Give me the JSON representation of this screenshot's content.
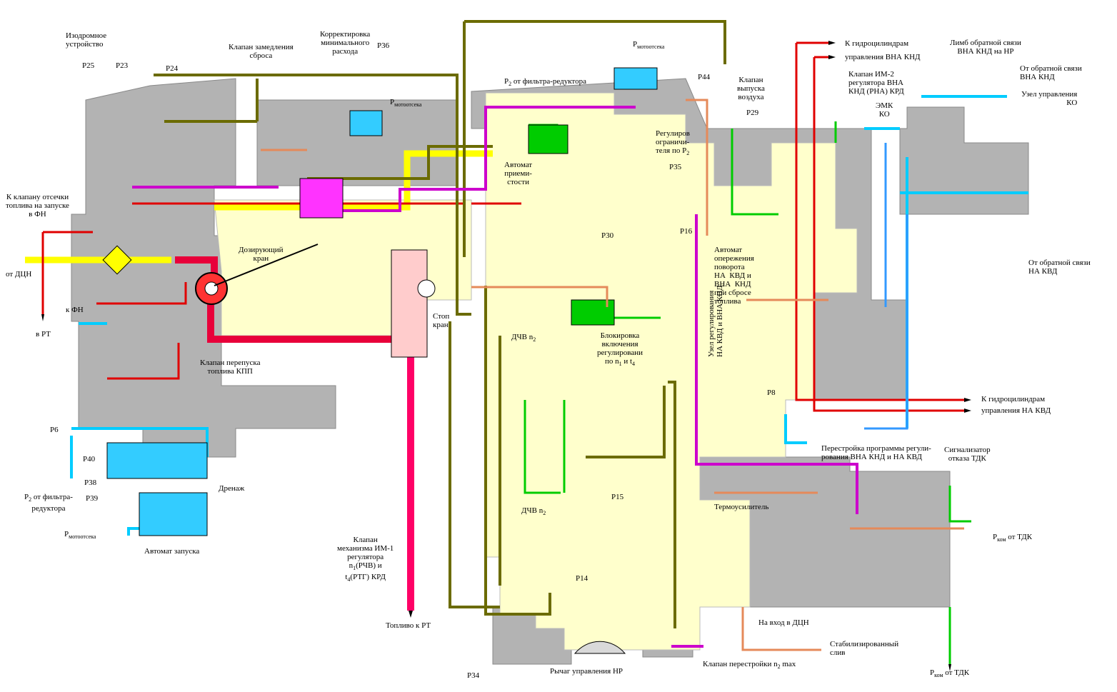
{
  "labels": {
    "izodrom": "Изодромное\nустройство",
    "p25": "Р25",
    "p23": "Р23",
    "p24": "Р24",
    "klapan_zamed": "Клапан замедления\nсброса",
    "korrekt": "Корректировка\nминимального\nрасхода",
    "p36": "Р36",
    "p_moto_top_right": "Р",
    "p_moto_top_right_sub": "мотоотсека",
    "p_moto_center": "Р",
    "p_moto_center_sub": "мотоотсека",
    "p2_filter": "Р",
    "p2_filter_sub": "2",
    "p2_filter_rest": "от фильтра-редуктора",
    "p44": "Р44",
    "k_gidro_top": "К гидроцилиндрам",
    "upr_vna_knd": "управления ВНА КНД",
    "klapan_vypuska": "Клапан\nвыпуска\nвоздуха",
    "klapan_im2": "Клапан ИМ-2\nрегулятора ВНА\nКНД (РНА) КРД",
    "limb": "Лимб обратной связи\nВНА КНД на НР",
    "ot_obr_svyazi_vna": "От обратной связи\nВНА КНД",
    "uzel_upr_ko": "Узел управления\nКО",
    "emk_ko": "ЭМК\nКО",
    "p29": "Р29",
    "regul_ogran": "Регулиров\nограничи-\nтеля по Р",
    "regul_ogran_sub": "2",
    "p35": "Р35",
    "avtomat_priem": "Автомат\nприеми-\nстости",
    "k_klapanu": "К клапану отсечки\nтоплива на запуске\nв ФН",
    "ot_dcn": "от ДЦН",
    "v_rt_left": "в РТ",
    "k_fn": "к ФН",
    "doz_kran": "Дозирующий\nкран",
    "p30": "Р30",
    "p16": "Р16",
    "avtomat_operezh": "Автомат\nопережения\nповорота\nНА  КВД и\nВНА  КНД\nпри сбросе\nтоплива",
    "ot_obr_svyazi_na": "От обратной связи\nНА КВД",
    "stop_kran": "Стоп\nкран",
    "klapan_perepuska": "Клапан перепуска\nтоплива КПП",
    "blokirovka": "Блокировка\nвключения\nрегулировани\nпо n",
    "blokirovka_sub": "1",
    "blokirovka_end": "и t",
    "blokirovka_sub2": "4",
    "uzel_regul_vert": "Узел регулирования\nНА КВД и ВНА КНД",
    "dchv_n2_top": "ДЧВ n",
    "dchv_n2_top_sub": "2",
    "p8": "Р8",
    "k_gidro_bottom": "К гидроцилиндрам",
    "upr_na_kvd": "управления НА КВД",
    "p6": "Р6",
    "p40": "Р40",
    "perestroika_prog": "Перестройка программы регули-\nрования ВНА КНД и НА КВД",
    "signalizator": "Сигнализатор\nотказа ТДК",
    "p38": "Р38",
    "drenazh": "Дренаж",
    "p2_filter_left": "Р",
    "p2_filter_left_sub": "2",
    "p2_filter_left_rest": "от фильтра-\nредуктора",
    "p39": "Р39",
    "p15": "Р15",
    "termousilitel": "Термоусилитель",
    "p_moto_left": "Р",
    "p_moto_left_sub": "мотоотсека",
    "dchv_n2_bottom": "ДЧВ n",
    "dchv_n2_bottom_sub": "2",
    "p_kom_right": "Р",
    "p_kom_right_sub": "ком",
    "p_kom_right_rest": "от ТДК",
    "avtomat_zapuska": "Автомат запуска",
    "klapan_im1": "Клапан\nмеханизма ИМ-1\nрегулятора\nn",
    "klapan_im1_b": "(РЧВ) и\nt",
    "klapan_im1_c": "(РТГ) КРД",
    "p14": "Р14",
    "na_vhod_dcn": "На вход в ДЦН",
    "toplivo_k_rt": "Топливо к РТ",
    "stabil_sliv": "Стабилизированный\nслив",
    "p34": "Р34",
    "rychag_upr": "Рычаг управления НР",
    "klapan_perestroiki": "Клапан перестройки n",
    "klapan_perestroiki_sub": "2",
    "klapan_perestroiki_end": "max",
    "p_kom_bottom": "Р",
    "p_kom_bottom_sub": "ком",
    "p_kom_bottom_rest": "от ТДК"
  },
  "colors": {
    "fuel_inlet": "#ffff00",
    "high_pressure": "#e8003a",
    "metered": "#ff0066",
    "control_olive": "#6b6b00",
    "magenta": "#cc00cc",
    "cyan": "#00ccff",
    "green": "#00cc00",
    "red": "#e00000",
    "blue": "#3399ff",
    "orange": "#e58a5a",
    "body_grey": "#b3b3b3",
    "cavity_pale": "#ffffcc"
  }
}
